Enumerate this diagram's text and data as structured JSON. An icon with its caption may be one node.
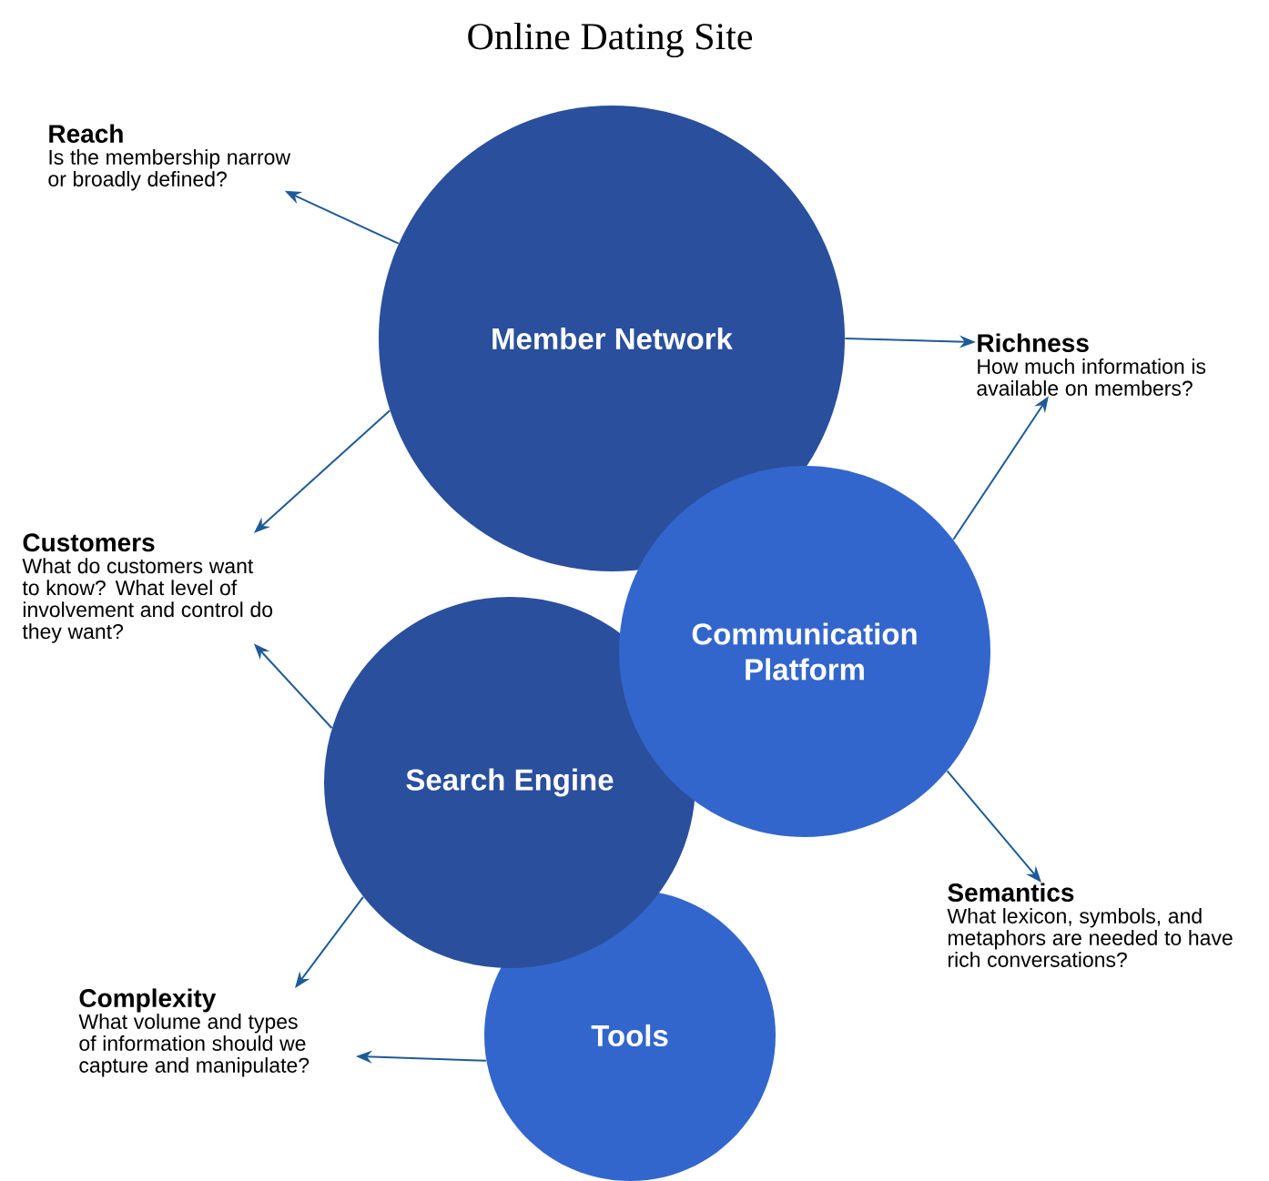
{
  "diagram": {
    "title": "Online Dating Site",
    "nodes": [
      {
        "text": [
          "Reach",
          "Is the membership narrow or broadly defined?"
        ]
      },
      {
        "text": [
          "Member Network"
        ]
      },
      {
        "text": [
          "Richness",
          "How much information is available on members?"
        ]
      },
      {
        "text": [
          "Customers",
          "What do customers want to know?  What level of involvement and control do they want?"
        ]
      },
      {
        "text": [
          "Communication Platform"
        ]
      },
      {
        "text": [
          "Search Engine"
        ]
      },
      {
        "text": [
          "Semantics",
          "What lexicon, symbols, and metaphors are needed to have rich conversations?"
        ]
      },
      {
        "text": [
          "Complexity",
          "What volume and types of information should we capture and manipulate?"
        ]
      },
      {
        "text": [
          "Tools"
        ]
      }
    ],
    "edges": [
      {
        "from": 1,
        "to": 0,
        "arrow": "to"
      },
      {
        "from": 1,
        "to": 2,
        "arrow": "to"
      },
      {
        "from": 1,
        "to": 3,
        "arrow": "to"
      },
      {
        "from": 5,
        "to": 3,
        "arrow": "to"
      },
      {
        "from": 4,
        "to": 2,
        "arrow": "to"
      },
      {
        "from": 4,
        "to": 6,
        "arrow": "to"
      },
      {
        "from": 5,
        "to": 7,
        "arrow": "to"
      },
      {
        "from": 8,
        "to": 7,
        "arrow": "to"
      }
    ]
  }
}
